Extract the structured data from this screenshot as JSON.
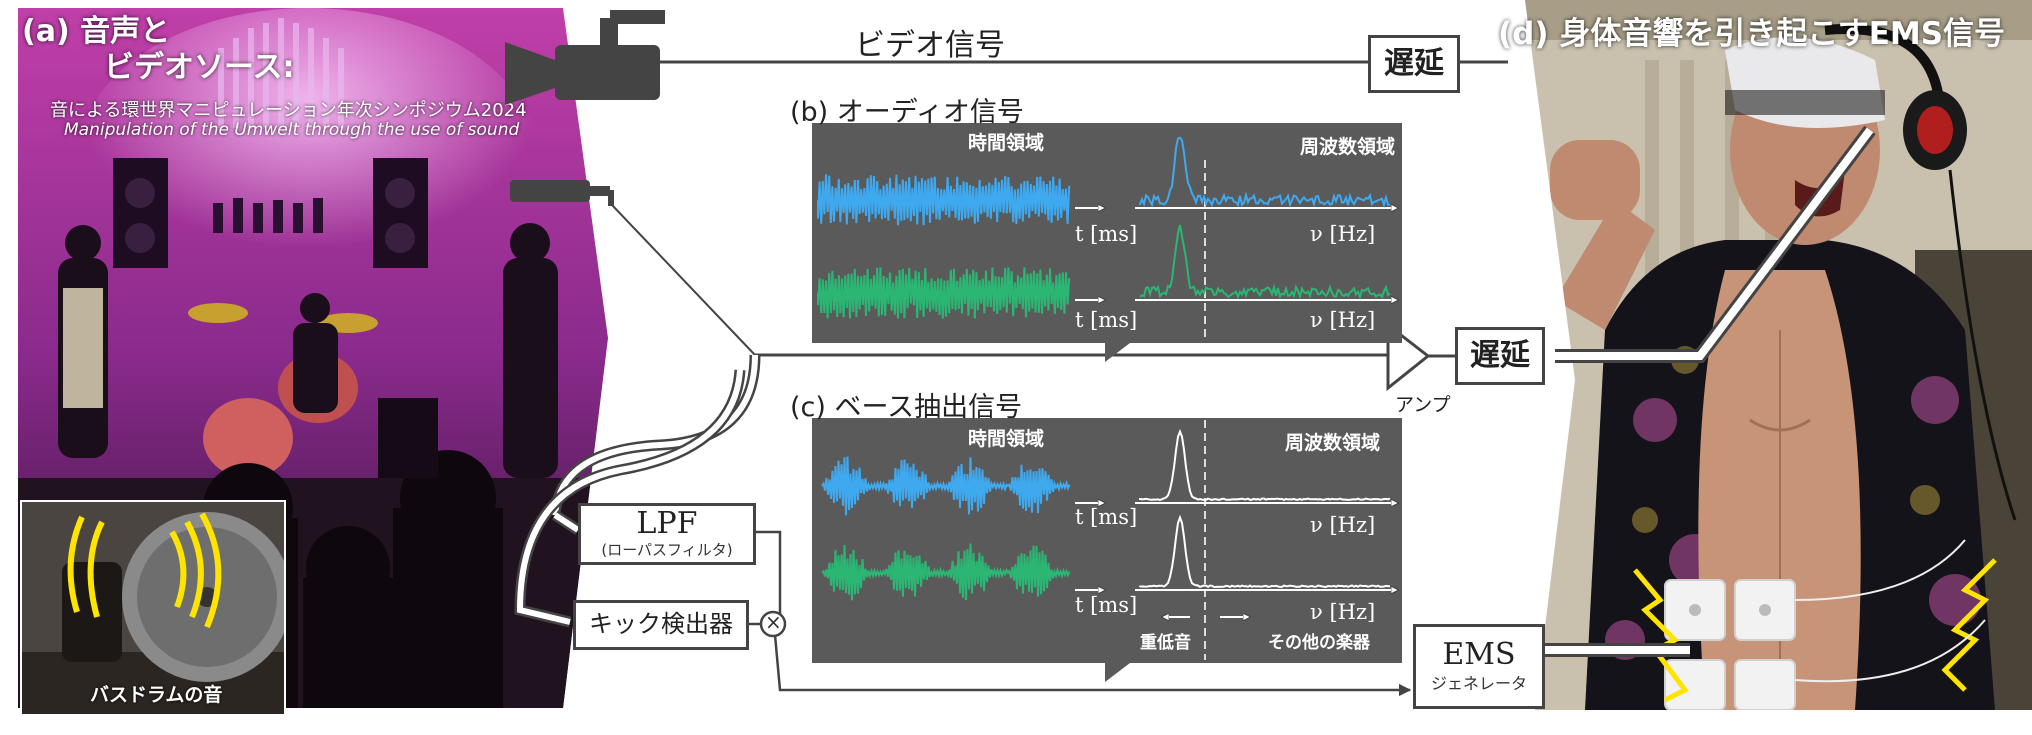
{
  "photo_a": {
    "label_line1": "(a) 音声と",
    "label_line2": "ビデオソース:",
    "banner_jp": "音による環世界マニピュレーション年次シンポジウム2024",
    "banner_en": "Manipulation of the Umwelt through the use of sound",
    "inset_caption": "バスドラムの音"
  },
  "video_signal_label": "ビデオ信号",
  "delay_label": "遅延",
  "section_b": {
    "label": "(b) オーディオ信号",
    "time_domain": "時間領域",
    "freq_domain": "周波数領域",
    "t_axis": "t [ms]",
    "nu_axis": "ν [Hz]"
  },
  "section_c": {
    "label": "(c) ベース抽出信号",
    "time_domain": "時間領域",
    "freq_domain": "周波数領域",
    "t_axis": "t [ms]",
    "nu_axis": "ν [Hz]",
    "low_label": "重低音",
    "other_label": "その他の楽器"
  },
  "amp_label": "アンプ",
  "lpf": {
    "main": "LPF",
    "sub": "(ローパスフィルタ)"
  },
  "kick_detector": "キック検出器",
  "multiply_symbol": "×",
  "ems": {
    "main": "EMS",
    "sub": "ジェネレータ"
  },
  "photo_d": {
    "label": "(d) 身体音響を引き起こすEMS信号"
  },
  "colors": {
    "panel_bg": "#5a5a5a",
    "blue_wave": "#3fa9f0",
    "green_wave": "#2bb673",
    "line": "#444444"
  }
}
